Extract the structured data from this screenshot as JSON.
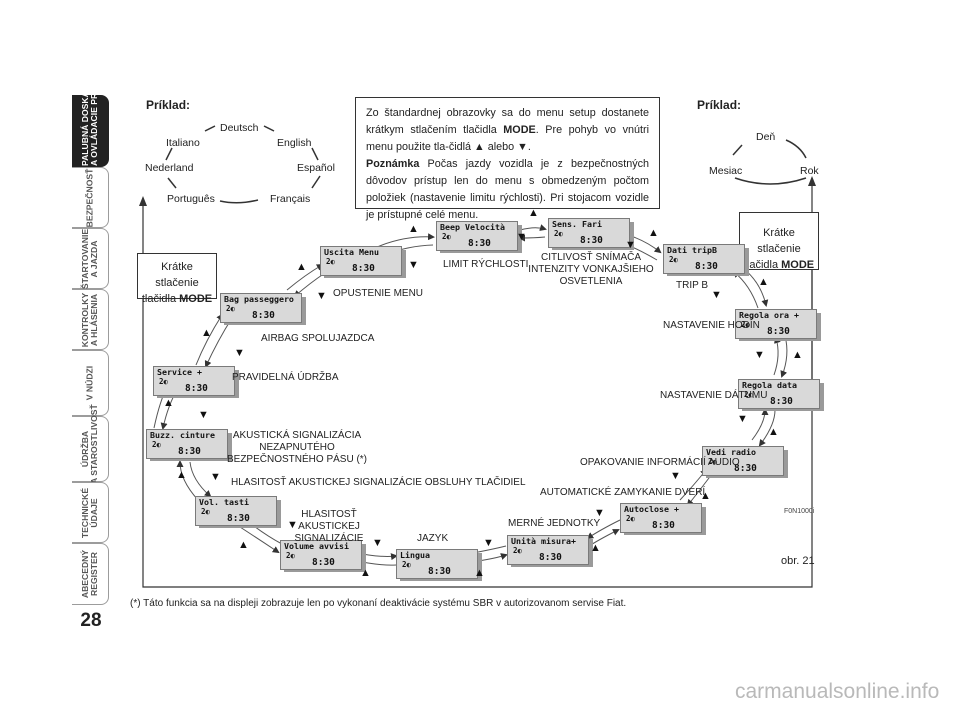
{
  "side_tabs": [
    {
      "lines": [
        "PALUBNÁ DOSKA",
        "A OVLÁDACIE PRVKY"
      ],
      "active": true
    },
    {
      "lines": [
        "BEZPEČNOSŤ"
      ],
      "active": false
    },
    {
      "lines": [
        "ŠTARTOVANIE",
        "A JAZDA"
      ],
      "active": false
    },
    {
      "lines": [
        "KONTROLKY",
        "A HLÁSENIA"
      ],
      "active": false
    },
    {
      "lines": [
        "V NÚDZI"
      ],
      "active": false
    },
    {
      "lines": [
        "ÚDRŽBA",
        "A STAROSTLIVOSŤ"
      ],
      "active": false
    },
    {
      "lines": [
        "TECHNICKÉ",
        "ÚDAJE"
      ],
      "active": false
    },
    {
      "lines": [
        "ABECEDNÝ",
        "REGISTER"
      ],
      "active": false
    }
  ],
  "page_number": "28",
  "example_left_title": "Príklad:",
  "example_right_title": "Príklad:",
  "languages": {
    "deutsch": "Deutsch",
    "italiano": "Italiano",
    "english": "English",
    "nederland": "Nederland",
    "espanol": "Español",
    "portugues": "Português",
    "francais": "Français"
  },
  "date_items": {
    "den": "Deň",
    "mesiac": "Mesiac",
    "rok": "Rok"
  },
  "note": {
    "p1_a": "Zo štandardnej obrazovky sa do menu setup dostanete krátkym stlačením tlačidla ",
    "p1_mode": "MODE",
    "p1_b": ". Pre pohyb vo vnútri menu použite tla-čidlá ▲ alebo ▼.",
    "p2_head": "Poznámka",
    "p2_body": " Počas jazdy vozidla je z bezpečnostných dôvodov prístup len do menu s obmedzeným počtom položiek (nastavenie limitu rýchlosti). Pri stojacom vozidle je prístupné celé menu."
  },
  "mode_box_left": {
    "line1": "Krátke stlačenie",
    "line2_prefix": "tlačidla ",
    "line2_bold": "MODE"
  },
  "mode_box_right": {
    "line1": "Krátke stlačenie",
    "line2_prefix": "tlačidla ",
    "line2_bold": "MODE"
  },
  "lcd_time": "8:30",
  "lcd_icon": "2◐",
  "displays": [
    {
      "title": "Beep Velocità",
      "label": "LIMIT RÝCHLOSTI"
    },
    {
      "title": "Sens. Fari",
      "label": "CITLIVOSŤ SNÍMAČA INTENZITY VONKAJŠIEHO OSVETLENIA"
    },
    {
      "title": "Dati tripB",
      "label": "TRIP B"
    },
    {
      "title": "Regola ora +",
      "label": "NASTAVENIE HODÍN"
    },
    {
      "title": "Regola data",
      "label": "NASTAVENIE DÁTUMU"
    },
    {
      "title": "Vedi radio",
      "label": "OPAKOVANIE INFORMÁCIÍ AUDIO"
    },
    {
      "title": "Autoclose +",
      "label": "AUTOMATICKÉ ZAMYKANIE DVERÍ"
    },
    {
      "title": "Unità misura+",
      "label": "MERNÉ JEDNOTKY"
    },
    {
      "title": "Lingua",
      "label": "JAZYK"
    },
    {
      "title": "Volume avvisi",
      "label": "HLASITOSŤ AKUSTICKEJ SIGNALIZÁCIE"
    },
    {
      "title": "Vol. tasti",
      "label": "HLASITOSŤ AKUSTICKEJ SIGNALIZÁCIE OBSLUHY TLAČIDIEL"
    },
    {
      "title": "Buzz. cinture",
      "label": "AKUSTICKÁ SIGNALIZÁCIA NEZAPNUTÉHO BEZPEČNOSTNÉHO PÁSU (*)"
    },
    {
      "title": "Service +",
      "label": "PRAVIDELNÁ ÚDRŽBA"
    },
    {
      "title": "Bag passeggero",
      "label": "AIRBAG SPOLUJAZDCA"
    },
    {
      "title": "Uscita Menu",
      "label": "OPUSTENIE MENU"
    }
  ],
  "figure_code": "F0N1000i",
  "figure_ref": "obr. 21",
  "footnote": "(*) Táto funkcia sa na displeji zobrazuje len po vykonaní deaktivácie systému SBR v autorizovanom servise Fiat.",
  "watermark": "carmanualsonline.info"
}
